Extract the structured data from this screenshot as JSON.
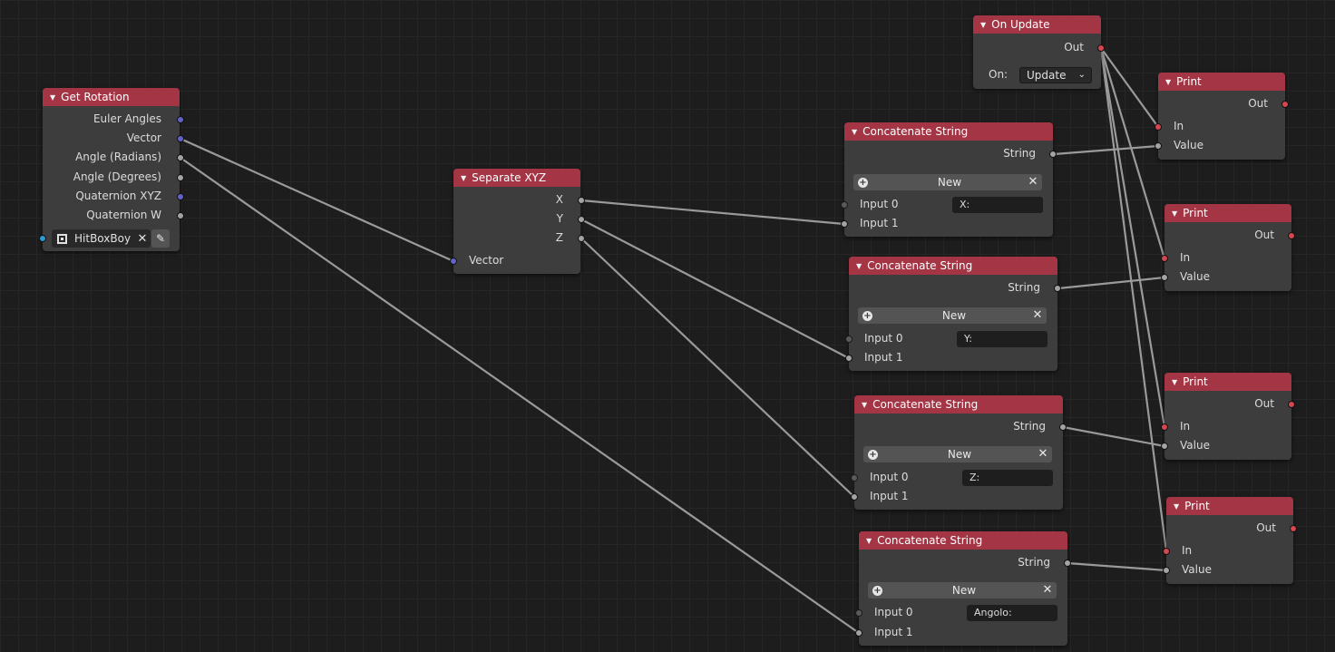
{
  "nodes": {
    "get_rotation": {
      "title": "Get Rotation",
      "outputs": [
        "Euler Angles",
        "Vector",
        "Angle (Radians)",
        "Angle (Degrees)",
        "Quaternion XYZ",
        "Quaternion W"
      ],
      "object": "HitBoxBoy"
    },
    "separate_xyz": {
      "title": "Separate XYZ",
      "outputs": [
        "X",
        "Y",
        "Z"
      ],
      "input": "Vector"
    },
    "on_update": {
      "title": "On Update",
      "output": "Out",
      "on_label": "On:",
      "on_value": "Update"
    },
    "concat": [
      {
        "title": "Concatenate String",
        "output": "String",
        "new_label": "New",
        "input0": "Input 0",
        "input1": "Input 1",
        "value0": "X:"
      },
      {
        "title": "Concatenate String",
        "output": "String",
        "new_label": "New",
        "input0": "Input 0",
        "input1": "Input 1",
        "value0": "Y:"
      },
      {
        "title": "Concatenate String",
        "output": "String",
        "new_label": "New",
        "input0": "Input 0",
        "input1": "Input 1",
        "value0": "Z:"
      },
      {
        "title": "Concatenate String",
        "output": "String",
        "new_label": "New",
        "input0": "Input 0",
        "input1": "Input 1",
        "value0": "Angolo:"
      }
    ],
    "print": [
      {
        "title": "Print",
        "output": "Out",
        "in": "In",
        "value": "Value"
      },
      {
        "title": "Print",
        "output": "Out",
        "in": "In",
        "value": "Value"
      },
      {
        "title": "Print",
        "output": "Out",
        "in": "In",
        "value": "Value"
      },
      {
        "title": "Print",
        "output": "Out",
        "in": "In",
        "value": "Value"
      }
    ]
  },
  "icons": {
    "collapse": "triangle-down-icon",
    "add": "plus-circle-icon",
    "remove": "close-icon",
    "eyedropper": "eyedropper-icon",
    "object": "object-icon",
    "dropdown": "chevron-down-icon"
  },
  "colors": {
    "header": "#a33545",
    "node_body": "#3d3d3d",
    "wire": "#9a9a9a",
    "socket_vector": "#6363c7",
    "socket_action": "#d4474e",
    "socket_value": "#a3a3a3"
  }
}
